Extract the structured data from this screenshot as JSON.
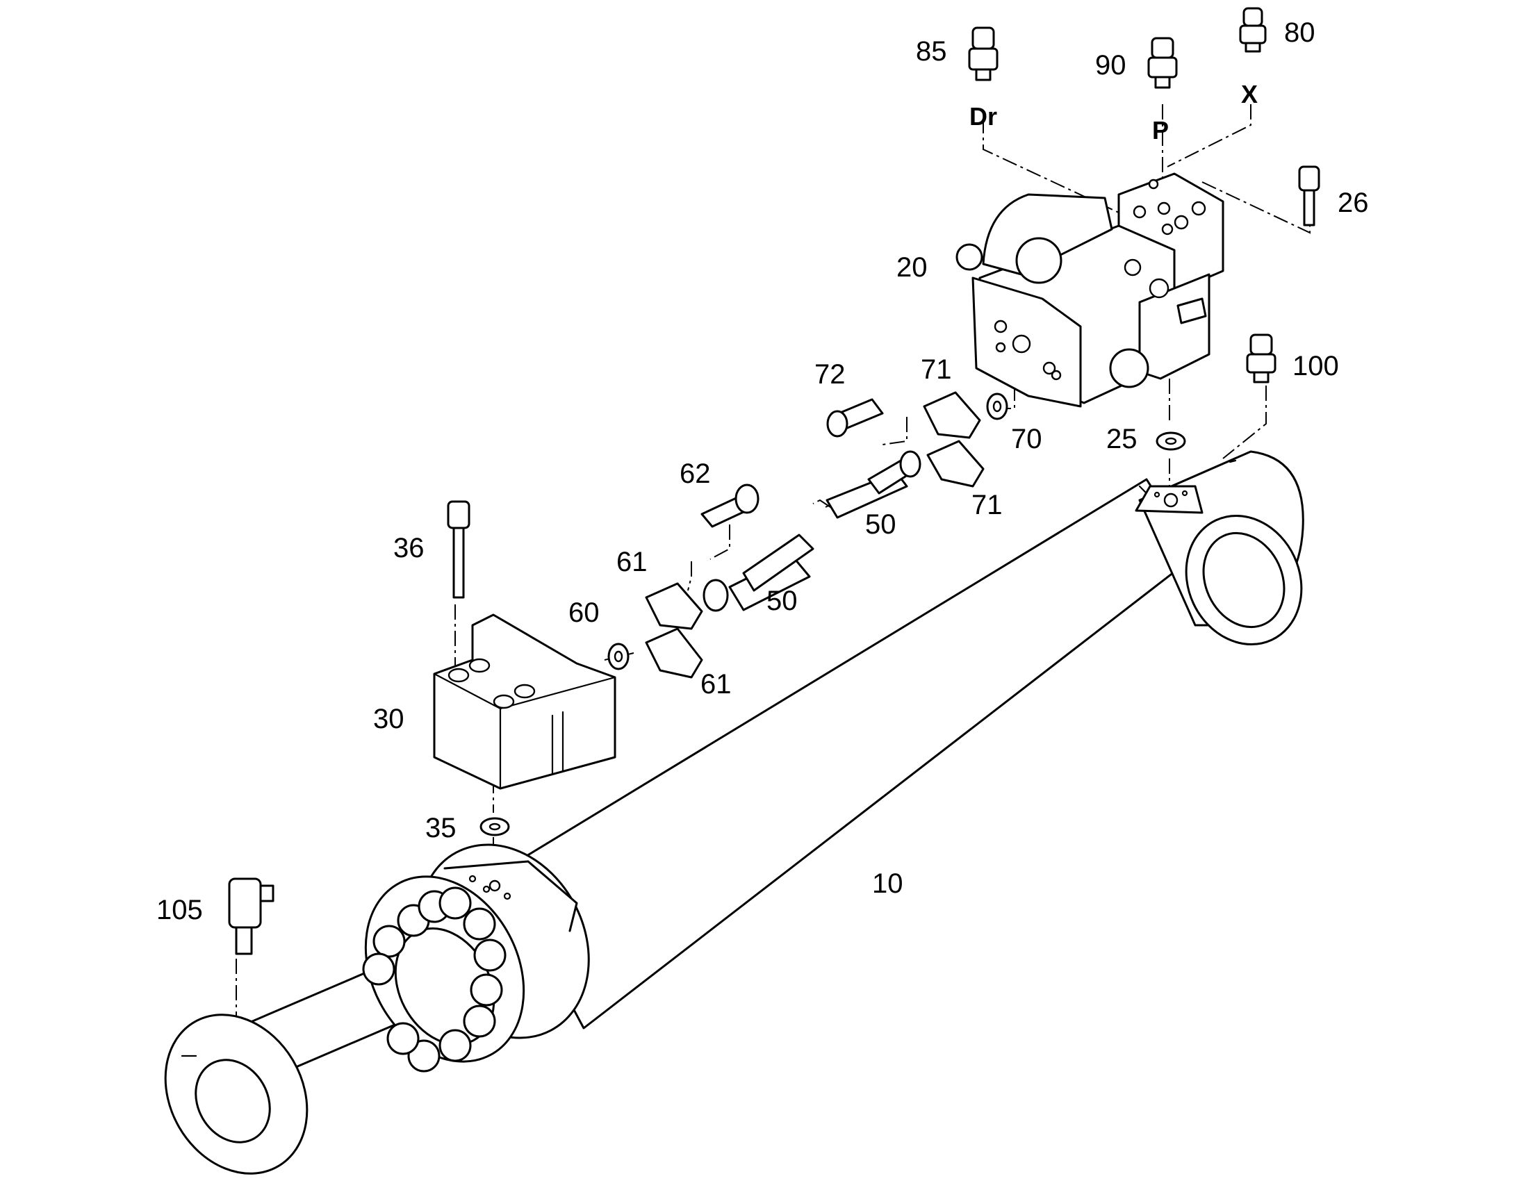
{
  "callouts": {
    "c10": "10",
    "c20": "20",
    "c25": "25",
    "c26": "26",
    "c30": "30",
    "c35": "35",
    "c36": "36",
    "c50a": "50",
    "c50b": "50",
    "c60": "60",
    "c61a": "61",
    "c61b": "61",
    "c62": "62",
    "c70": "70",
    "c71a": "71",
    "c71b": "71",
    "c72": "72",
    "c80": "80",
    "c85": "85",
    "c90": "90",
    "c100": "100",
    "c105": "105"
  },
  "ports": {
    "dr": "Dr",
    "p": "P",
    "x": "X"
  }
}
